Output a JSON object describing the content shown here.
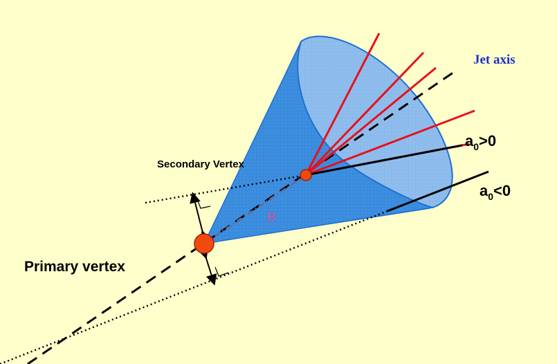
{
  "labels": {
    "jet_axis": "Jet axis",
    "a0_positive_base": "a",
    "a0_positive_sub": "0",
    "a0_positive_rest": ">0",
    "a0_negative_base": "a",
    "a0_negative_sub": "0",
    "a0_negative_rest": "<0",
    "secondary_vertex": "Secondary Vertex",
    "b_hadron": "B",
    "primary_vertex": "Primary vertex"
  },
  "colors": {
    "background": "#FFFFCC",
    "cone": "#3D8FE0",
    "cone_edge": "#1F6FCF",
    "tracks": "#E8101A",
    "vertex": "#F04A10",
    "jet_axis_text": "#1F2FCC"
  }
}
